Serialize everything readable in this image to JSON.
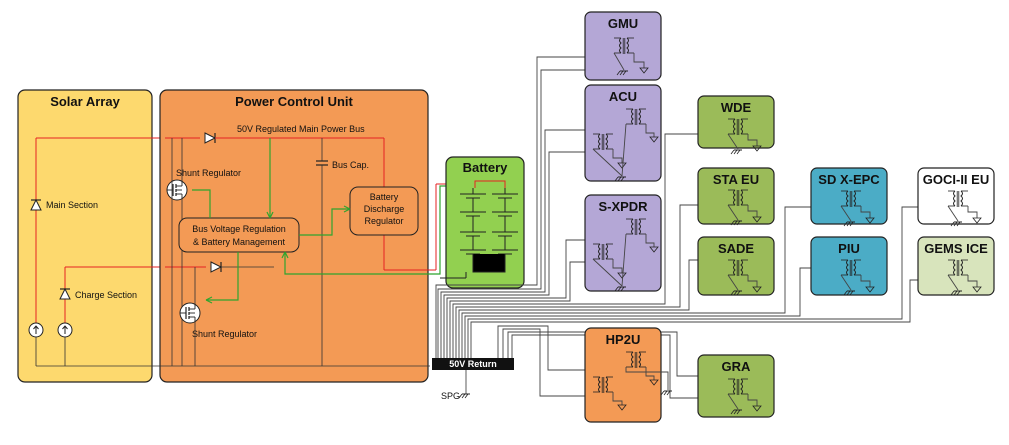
{
  "solar": {
    "title": "Solar Array",
    "main": "Main Section",
    "charge": "Charge Section"
  },
  "pcu": {
    "title": "Power Control Unit",
    "bus": "50V Regulated Main Power Bus",
    "shunt_top": "Shunt Regulator",
    "shunt_bottom": "Shunt Regulator",
    "buscap": "Bus Cap.",
    "bvr1": "Bus Voltage Regulation",
    "bvr2": "& Battery Management",
    "bdr1": "Battery",
    "bdr2": "Discharge",
    "bdr3": "Regulator"
  },
  "battery": {
    "title": "Battery"
  },
  "ret": {
    "label": "50V Return",
    "spg": "SPG"
  },
  "units": {
    "gmu": "GMU",
    "acu": "ACU",
    "sxpdr": "S-XPDR",
    "hp2u": "HP2U",
    "wde": "WDE",
    "staeu": "STA EU",
    "sade": "SADE",
    "gra": "GRA",
    "sdxepc": "SD X-EPC",
    "piu": "PIU",
    "gocieu": "GOCI-II EU",
    "gemsice": "GEMS ICE"
  },
  "colors": {
    "solar": "#fdd96e",
    "pcu": "#f39a55",
    "battery": "#92d050",
    "purple": "#b4a7d6",
    "olive": "#9bbb59",
    "cyan": "#4bacc6",
    "lightgreen": "#d8e4bc",
    "white": "#ffffff"
  }
}
